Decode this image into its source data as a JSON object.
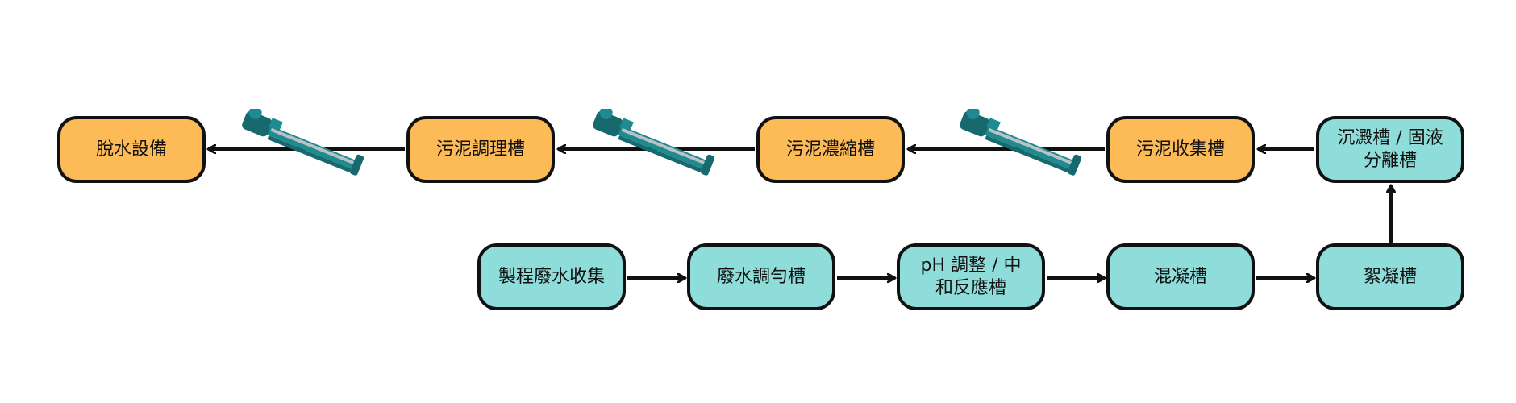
{
  "colors": {
    "sludge": "#FDBB57",
    "water": "#8EDDDA",
    "outline": "#111111",
    "pump_body": "#1F8A8F",
    "pump_dark": "#166A6E",
    "pump_shaft": "#B9C2C4"
  },
  "nodes": {
    "dewatering": "脫水設備",
    "sludge_conditioning": "污泥調理槽",
    "sludge_thickening": "污泥濃縮槽",
    "sludge_collection": "污泥收集槽",
    "sedimentation": "沉澱槽 / 固液\n分離槽",
    "wastewater_collection": "製程廢水收集",
    "equalization": "廢水調勻槽",
    "ph_neutralization": "pH 調整 / 中\n和反應槽",
    "coagulation": "混凝槽",
    "flocculation": "絮凝槽"
  },
  "pumps": [
    "progressive-cavity-pump",
    "progressive-cavity-pump",
    "progressive-cavity-pump"
  ]
}
